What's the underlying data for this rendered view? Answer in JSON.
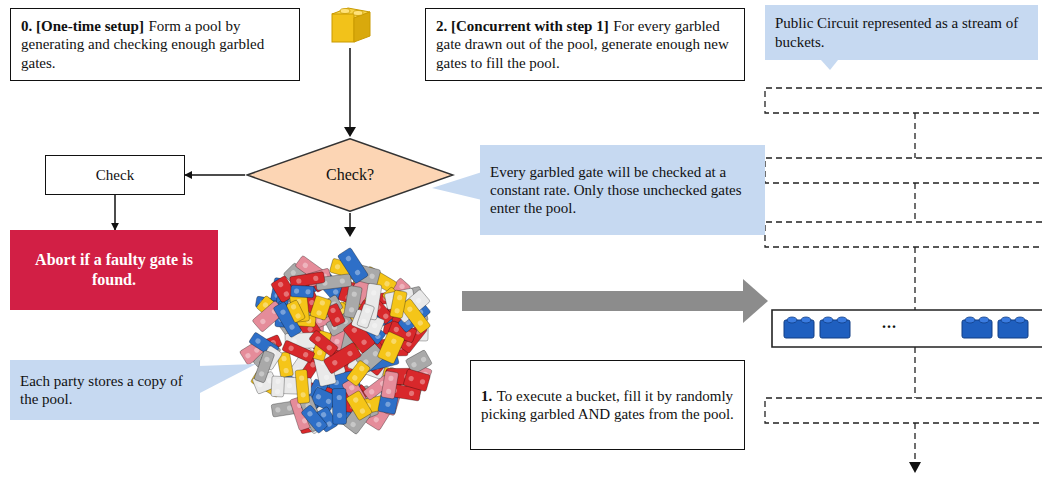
{
  "diagram": {
    "nodes": [
      {
        "text": [
          "0. [One-time setup]",
          "Form a pool by generating and checking enough garbled gates."
        ]
      },
      {
        "text": [
          "2. [Concurrent with step 1]",
          "For every garbled gate drawn out of the pool, generate enough new gates to fill the pool."
        ]
      },
      {
        "text": [
          "Public Circuit represented as a stream of buckets."
        ]
      },
      {
        "text": [
          "Check"
        ]
      },
      {
        "text": [
          "Check?"
        ]
      },
      {
        "text": [
          "Every garbled gate will be checked at a constant rate. Only those unchecked gates enter the pool."
        ]
      },
      {
        "text": [
          "Abort if a faulty gate is found."
        ]
      },
      {
        "text": [
          "Each party stores a copy of the pool."
        ]
      },
      {
        "text": [
          "1.",
          "To execute a bucket, fill it by randomly picking garbled AND gates from the pool."
        ]
      }
    ],
    "edges": [
      {
        "from": 4,
        "to": 3,
        "arrow": "to"
      },
      {
        "from": 3,
        "to": 6,
        "arrow": "to"
      }
    ],
    "labels": [
      "..."
    ]
  }
}
